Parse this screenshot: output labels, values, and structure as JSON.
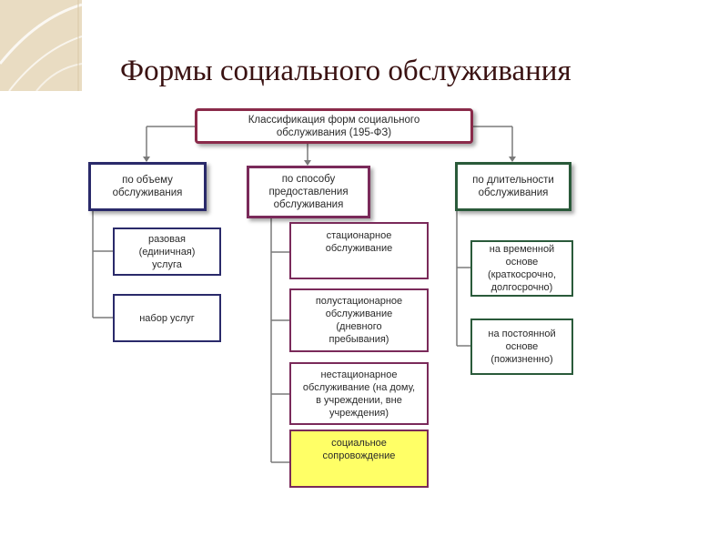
{
  "title": "Формы социального обслуживания",
  "root": {
    "text": "Классификация форм социального\nобслуживания (195-ФЗ)"
  },
  "columns": [
    {
      "header": "по объему\nобслуживания",
      "items": [
        "разовая\n(единичная)\nуслуга",
        "набор услуг"
      ]
    },
    {
      "header": "по способу\nпредоставления\nобслуживания",
      "items": [
        "стационарное\nобслуживание",
        "полустационарное\nобслуживание\n(дневного\nпребывания)",
        "нестационарное\nобслуживание (на дому,\nв учреждении, вне\nучреждения)",
        "социальное\nсопровождение"
      ]
    },
    {
      "header": "по длительности\nобслуживания",
      "items": [
        "на временной\nоснове\n(краткосрочно,\nдолгосрочно)",
        "на постоянной\nоснове\n(пожизненно)"
      ]
    }
  ],
  "colors": {
    "root_border": "#8a2a4a",
    "col1_border": "#2a2a6a",
    "col2_border": "#7a2a5a",
    "col3_border": "#2a5a3a",
    "item_border_col1": "#2a2a6a",
    "item_border_col2": "#7a2a5a",
    "item_border_col3": "#2a5a3a",
    "highlight_fill": "#ffff66",
    "title": "#3a1212"
  }
}
